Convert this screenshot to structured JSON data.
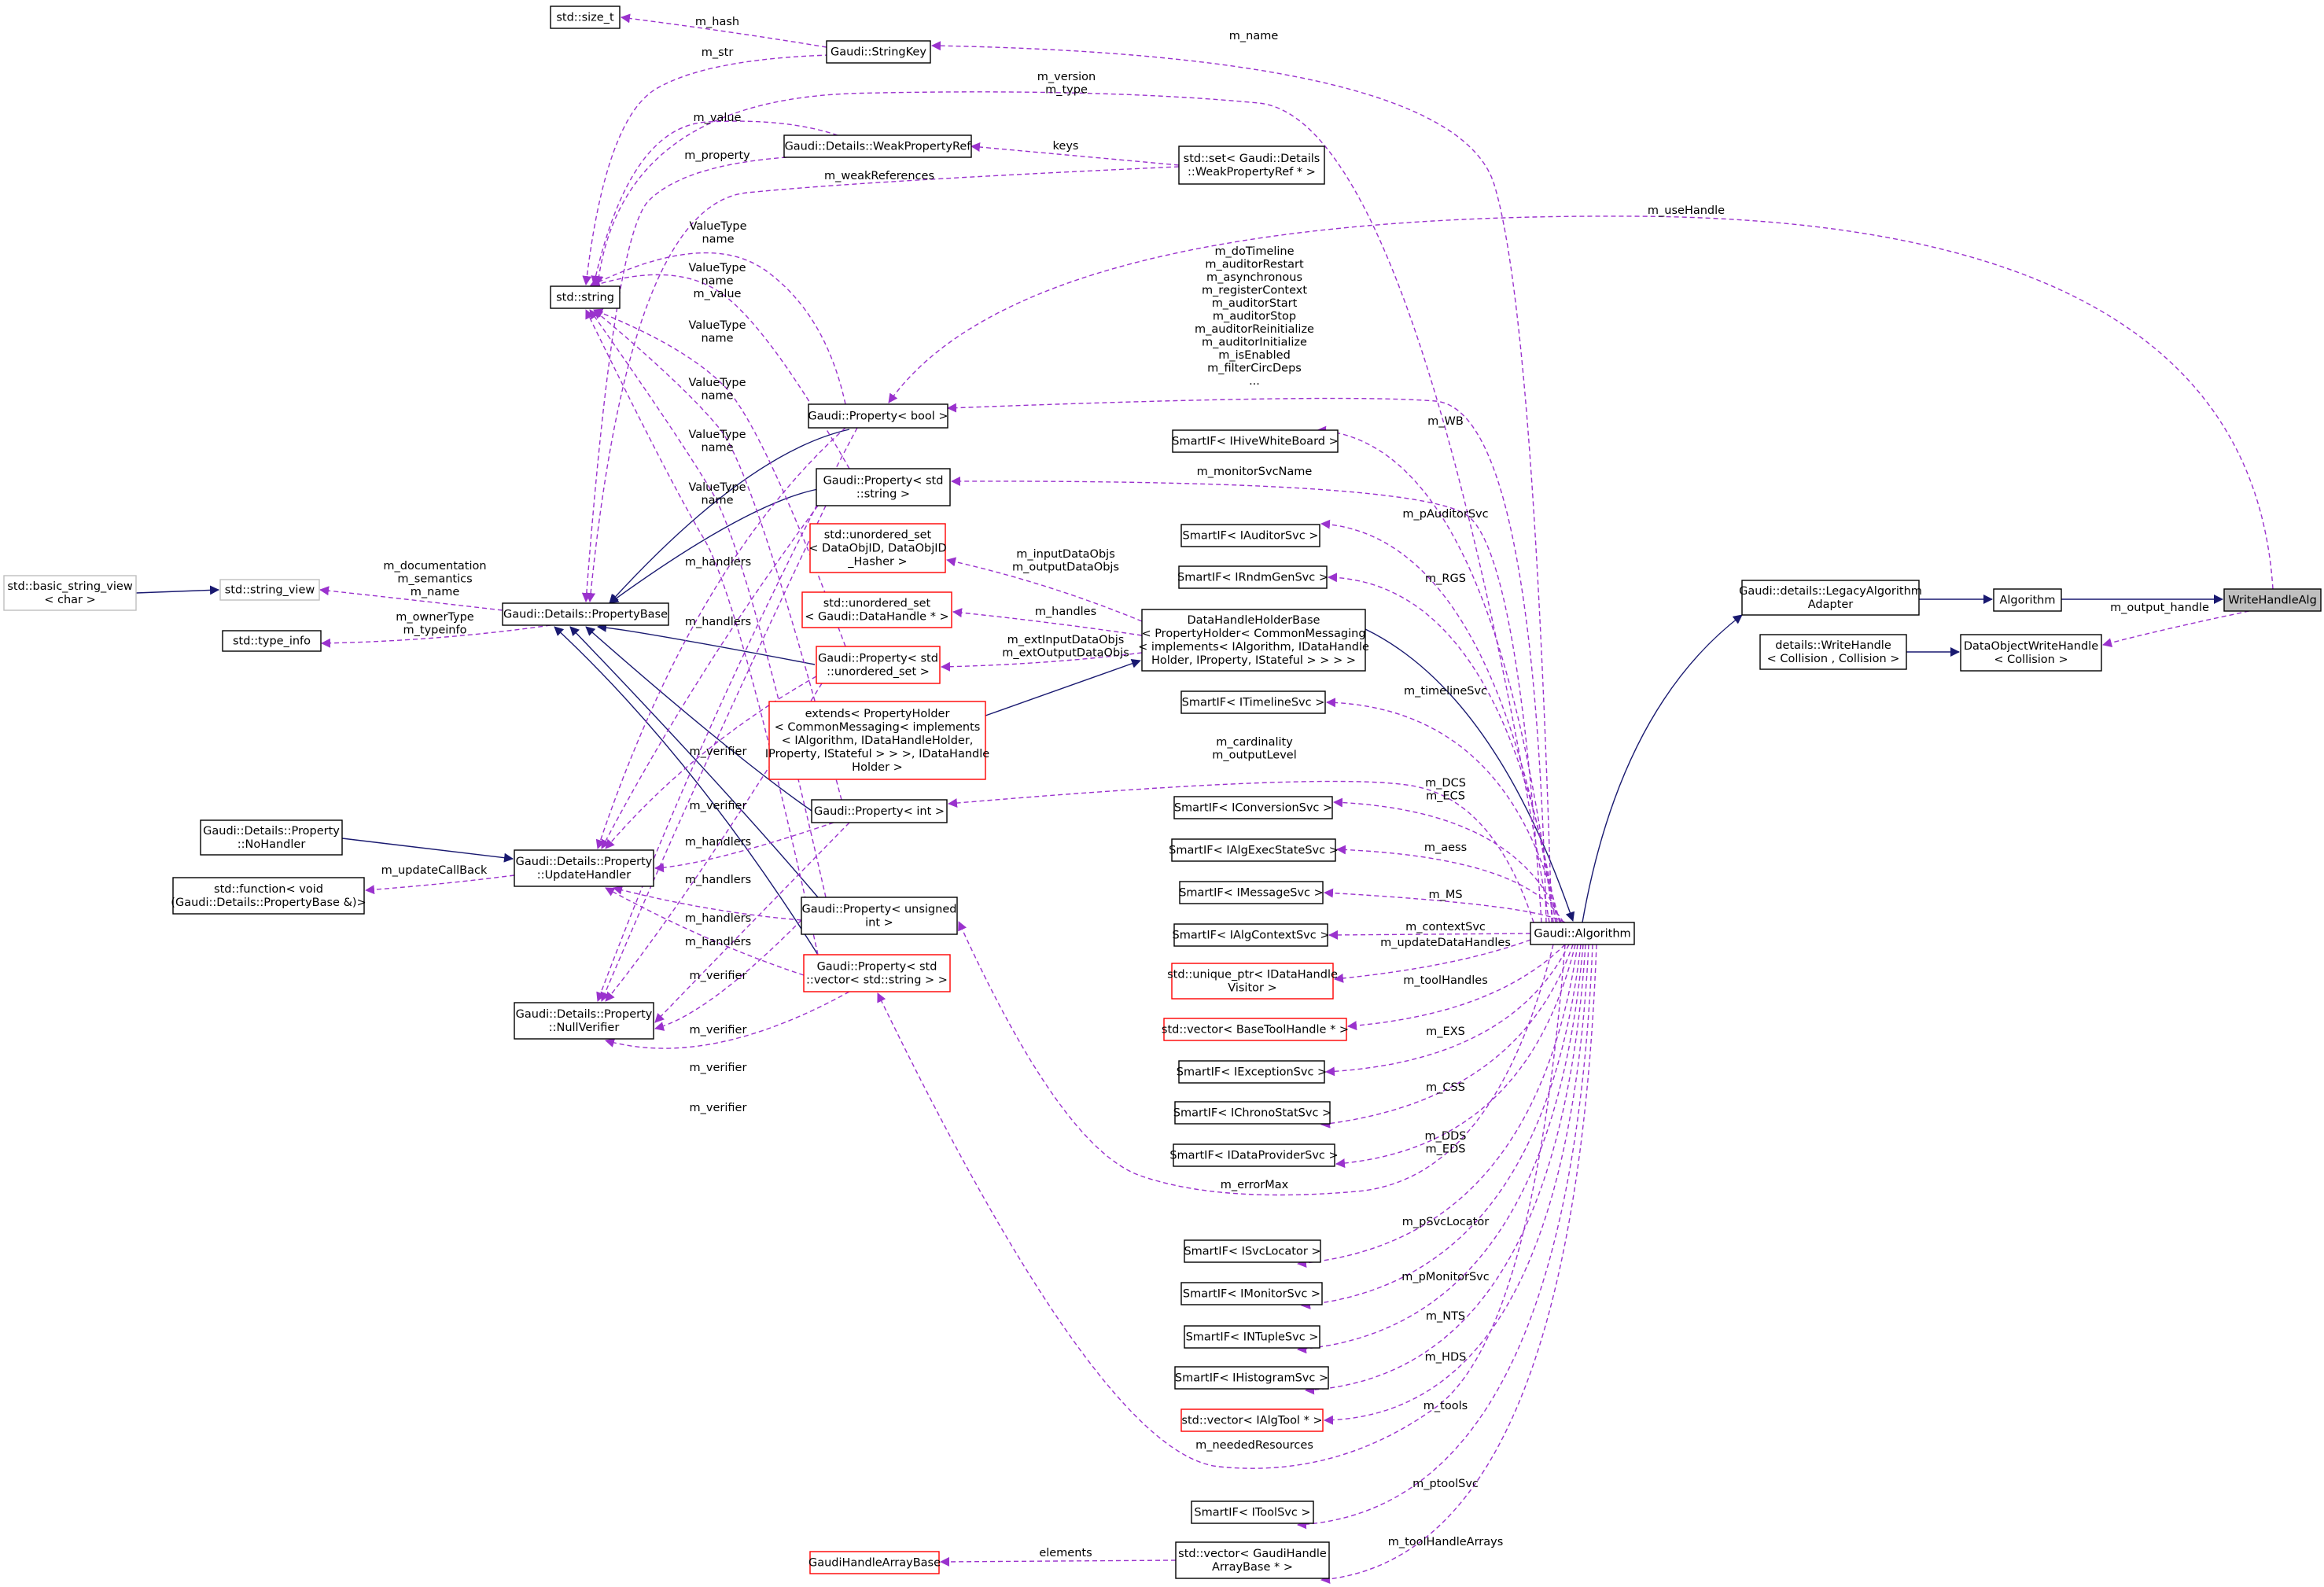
{
  "colors": {
    "inheritance": "#191970",
    "usage": "#9a32cd",
    "node_border": "#000000",
    "node_border_incomplete": "#ff0000",
    "node_border_external": "#bfbfbf",
    "focus_fill": "#bfbfbf"
  },
  "nodes": [
    {
      "id": "size_t",
      "lines": [
        "std::size_t"
      ],
      "style": "normal"
    },
    {
      "id": "stringkey",
      "lines": [
        "Gaudi::StringKey"
      ],
      "style": "normal"
    },
    {
      "id": "weakref",
      "lines": [
        "Gaudi::Details::WeakPropertyRef"
      ],
      "style": "normal"
    },
    {
      "id": "stdset",
      "lines": [
        "std::set< Gaudi::Details",
        "::WeakPropertyRef * >"
      ],
      "style": "normal"
    },
    {
      "id": "stdstring",
      "lines": [
        "std::string"
      ],
      "style": "normal"
    },
    {
      "id": "basic_sv",
      "lines": [
        "std::basic_string_view",
        "< char >"
      ],
      "style": "external"
    },
    {
      "id": "string_view",
      "lines": [
        "std::string_view"
      ],
      "style": "external"
    },
    {
      "id": "propbase",
      "lines": [
        "Gaudi::Details::PropertyBase"
      ],
      "style": "normal"
    },
    {
      "id": "type_info",
      "lines": [
        "std::type_info"
      ],
      "style": "normal"
    },
    {
      "id": "nohandler",
      "lines": [
        "Gaudi::Details::Property",
        "::NoHandler"
      ],
      "style": "normal"
    },
    {
      "id": "stdfunction",
      "lines": [
        "std::function< void",
        "(Gaudi::Details::PropertyBase &)>"
      ],
      "style": "normal"
    },
    {
      "id": "updatehandler",
      "lines": [
        "Gaudi::Details::Property",
        "::UpdateHandler"
      ],
      "style": "normal"
    },
    {
      "id": "nullverifier",
      "lines": [
        "Gaudi::Details::Property",
        "::NullVerifier"
      ],
      "style": "normal"
    },
    {
      "id": "prop_bool",
      "lines": [
        "Gaudi::Property< bool >"
      ],
      "style": "normal"
    },
    {
      "id": "prop_string",
      "lines": [
        "Gaudi::Property< std",
        "::string >"
      ],
      "style": "normal"
    },
    {
      "id": "uset_dataobj",
      "lines": [
        "std::unordered_set",
        "< DataObjID, DataObjID",
        "_Hasher >"
      ],
      "style": "incomplete"
    },
    {
      "id": "uset_handle",
      "lines": [
        "std::unordered_set",
        "< Gaudi::DataHandle * >"
      ],
      "style": "incomplete"
    },
    {
      "id": "prop_uset",
      "lines": [
        "Gaudi::Property< std",
        "::unordered_set >"
      ],
      "style": "incomplete"
    },
    {
      "id": "extends",
      "lines": [
        "extends< PropertyHolder",
        "< CommonMessaging< implements",
        "< IAlgorithm, IDataHandleHolder,",
        "IProperty, IStateful > > >, IDataHandle",
        "Holder >"
      ],
      "style": "incomplete"
    },
    {
      "id": "prop_int",
      "lines": [
        "Gaudi::Property< int >"
      ],
      "style": "normal"
    },
    {
      "id": "prop_uint",
      "lines": [
        "Gaudi::Property< unsigned",
        "int >"
      ],
      "style": "normal"
    },
    {
      "id": "prop_vec",
      "lines": [
        "Gaudi::Property< std",
        "::vector< std::string > >"
      ],
      "style": "incomplete"
    },
    {
      "id": "ghab",
      "lines": [
        "GaudiHandleArrayBase"
      ],
      "style": "incomplete"
    },
    {
      "id": "sif_hive",
      "lines": [
        "SmartIF< IHiveWhiteBoard >"
      ],
      "style": "normal"
    },
    {
      "id": "sif_auditor",
      "lines": [
        "SmartIF< IAuditorSvc >"
      ],
      "style": "normal"
    },
    {
      "id": "sif_rndm",
      "lines": [
        "SmartIF< IRndmGenSvc >"
      ],
      "style": "normal"
    },
    {
      "id": "dhhb",
      "lines": [
        "DataHandleHolderBase",
        "< PropertyHolder< CommonMessaging",
        "< implements< IAlgorithm, IDataHandle",
        "Holder, IProperty, IStateful > > > >"
      ],
      "style": "normal"
    },
    {
      "id": "sif_timeline",
      "lines": [
        "SmartIF< ITimelineSvc >"
      ],
      "style": "normal"
    },
    {
      "id": "sif_conv",
      "lines": [
        "SmartIF< IConversionSvc >"
      ],
      "style": "normal"
    },
    {
      "id": "sif_algexec",
      "lines": [
        "SmartIF< IAlgExecStateSvc >"
      ],
      "style": "normal"
    },
    {
      "id": "sif_msg",
      "lines": [
        "SmartIF< IMessageSvc >"
      ],
      "style": "normal"
    },
    {
      "id": "sif_algctx",
      "lines": [
        "SmartIF< IAlgContextSvc >"
      ],
      "style": "normal"
    },
    {
      "id": "uptr_visitor",
      "lines": [
        "std::unique_ptr< IDataHandle",
        "Visitor >"
      ],
      "style": "incomplete"
    },
    {
      "id": "vec_btool",
      "lines": [
        "std::vector< BaseToolHandle * >"
      ],
      "style": "incomplete"
    },
    {
      "id": "sif_exc",
      "lines": [
        "SmartIF< IExceptionSvc >"
      ],
      "style": "normal"
    },
    {
      "id": "sif_chrono",
      "lines": [
        "SmartIF< IChronoStatSvc >"
      ],
      "style": "normal"
    },
    {
      "id": "sif_dataprov",
      "lines": [
        "SmartIF< IDataProviderSvc >"
      ],
      "style": "normal"
    },
    {
      "id": "sif_svcloc",
      "lines": [
        "SmartIF< ISvcLocator >"
      ],
      "style": "normal"
    },
    {
      "id": "sif_monitor",
      "lines": [
        "SmartIF< IMonitorSvc >"
      ],
      "style": "normal"
    },
    {
      "id": "sif_ntuple",
      "lines": [
        "SmartIF< INTupleSvc >"
      ],
      "style": "normal"
    },
    {
      "id": "sif_histo",
      "lines": [
        "SmartIF< IHistogramSvc >"
      ],
      "style": "normal"
    },
    {
      "id": "vec_algtool",
      "lines": [
        "std::vector< IAlgTool * >"
      ],
      "style": "incomplete"
    },
    {
      "id": "sif_tool",
      "lines": [
        "SmartIF< IToolSvc >"
      ],
      "style": "normal"
    },
    {
      "id": "vec_gha",
      "lines": [
        "std::vector< GaudiHandle",
        "ArrayBase * >"
      ],
      "style": "normal"
    },
    {
      "id": "gaudialg",
      "lines": [
        "Gaudi::Algorithm"
      ],
      "style": "normal"
    },
    {
      "id": "legacy",
      "lines": [
        "Gaudi::details::LegacyAlgorithm",
        "Adapter"
      ],
      "style": "normal"
    },
    {
      "id": "algorithm",
      "lines": [
        "Algorithm"
      ],
      "style": "normal"
    },
    {
      "id": "whalg",
      "lines": [
        "WriteHandleAlg"
      ],
      "style": "focus"
    },
    {
      "id": "writehandle",
      "lines": [
        "details::WriteHandle",
        "< Collision , Collision >"
      ],
      "style": "normal"
    },
    {
      "id": "dowh",
      "lines": [
        "DataObjectWriteHandle",
        "< Collision >"
      ],
      "style": "normal"
    }
  ],
  "edges": [
    {
      "from": "basic_sv",
      "to": "string_view",
      "kind": "inheritance"
    },
    {
      "from": "propbase",
      "to": "prop_bool",
      "kind": "inheritance"
    },
    {
      "from": "propbase",
      "to": "prop_string",
      "kind": "inheritance"
    },
    {
      "from": "propbase",
      "to": "prop_uset",
      "kind": "inheritance"
    },
    {
      "from": "propbase",
      "to": "prop_int",
      "kind": "inheritance"
    },
    {
      "from": "propbase",
      "to": "prop_uint",
      "kind": "inheritance"
    },
    {
      "from": "propbase",
      "to": "prop_vec",
      "kind": "inheritance"
    },
    {
      "from": "nohandler",
      "to": "updatehandler",
      "kind": "inheritance"
    },
    {
      "from": "extends",
      "to": "dhhb",
      "kind": "inheritance"
    },
    {
      "from": "dhhb",
      "to": "gaudialg",
      "kind": "inheritance"
    },
    {
      "from": "gaudialg",
      "to": "legacy",
      "kind": "inheritance"
    },
    {
      "from": "legacy",
      "to": "algorithm",
      "kind": "inheritance"
    },
    {
      "from": "algorithm",
      "to": "whalg",
      "kind": "inheritance"
    },
    {
      "from": "writehandle",
      "to": "dowh",
      "kind": "inheritance"
    },
    {
      "from": "size_t",
      "to": "stringkey",
      "kind": "usage",
      "label": [
        "m_hash"
      ]
    },
    {
      "from": "stdstring",
      "to": "stringkey",
      "kind": "usage",
      "label": [
        "m_str"
      ]
    },
    {
      "from": "stringkey",
      "to": "gaudialg",
      "kind": "usage",
      "label": [
        "m_name"
      ]
    },
    {
      "from": "stdstring",
      "to": "gaudialg",
      "kind": "usage",
      "label": [
        "m_version",
        "m_type"
      ]
    },
    {
      "from": "stdstring",
      "to": "weakref",
      "kind": "usage",
      "label": [
        "m_value"
      ]
    },
    {
      "from": "propbase",
      "to": "weakref",
      "kind": "usage",
      "label": [
        "m_property"
      ]
    },
    {
      "from": "weakref",
      "to": "stdset",
      "kind": "usage",
      "label": [
        "keys"
      ]
    },
    {
      "from": "stdset",
      "to": "propbase",
      "kind": "usage",
      "label": [
        "m_weakReferences"
      ]
    },
    {
      "from": "prop_bool",
      "to": "whalg",
      "kind": "usage",
      "label": [
        "m_useHandle"
      ]
    },
    {
      "from": "prop_bool",
      "to": "gaudialg",
      "kind": "usage",
      "label": [
        "m_doTimeline",
        "m_auditorRestart",
        "m_asynchronous",
        "m_registerContext",
        "m_auditorStart",
        "m_auditorStop",
        "m_auditorReinitialize",
        "m_auditorInitialize",
        "m_isEnabled",
        "m_filterCircDeps",
        "..."
      ]
    },
    {
      "from": "stdstring",
      "to": "prop_bool",
      "kind": "usage",
      "label": [
        "ValueType",
        "name"
      ]
    },
    {
      "from": "stdstring",
      "to": "prop_string",
      "kind": "usage",
      "label": [
        "ValueType",
        "name",
        "m_value"
      ]
    },
    {
      "from": "stdstring",
      "to": "prop_uset",
      "kind": "usage",
      "label": [
        "ValueType",
        "name"
      ]
    },
    {
      "from": "stdstring",
      "to": "prop_int",
      "kind": "usage",
      "label": [
        "ValueType",
        "name"
      ]
    },
    {
      "from": "stdstring",
      "to": "prop_uint",
      "kind": "usage",
      "label": [
        "ValueType",
        "name"
      ]
    },
    {
      "from": "stdstring",
      "to": "prop_vec",
      "kind": "usage",
      "label": [
        "ValueType",
        "name"
      ]
    },
    {
      "from": "string_view",
      "to": "propbase",
      "kind": "usage",
      "label": [
        "m_documentation",
        "m_semantics",
        "m_name"
      ]
    },
    {
      "from": "type_info",
      "to": "propbase",
      "kind": "usage",
      "label": [
        "m_ownerType",
        "m_typeinfo"
      ]
    },
    {
      "from": "stdfunction",
      "to": "updatehandler",
      "kind": "usage",
      "label": [
        "m_updateCallBack"
      ]
    },
    {
      "from": "updatehandler",
      "to": "prop_bool",
      "kind": "usage",
      "label": [
        "m_handlers"
      ]
    },
    {
      "from": "updatehandler",
      "to": "prop_string",
      "kind": "usage",
      "label": [
        "m_handlers"
      ]
    },
    {
      "from": "updatehandler",
      "to": "prop_uset",
      "kind": "usage",
      "label": [
        "m_handlers"
      ]
    },
    {
      "from": "updatehandler",
      "to": "prop_int",
      "kind": "usage",
      "label": [
        "m_handlers"
      ]
    },
    {
      "from": "updatehandler",
      "to": "prop_uint",
      "kind": "usage",
      "label": [
        "m_handlers"
      ]
    },
    {
      "from": "updatehandler",
      "to": "prop_vec",
      "kind": "usage",
      "label": [
        "m_handlers"
      ]
    },
    {
      "from": "nullverifier",
      "to": "prop_bool",
      "kind": "usage",
      "label": [
        "m_verifier"
      ]
    },
    {
      "from": "nullverifier",
      "to": "prop_string",
      "kind": "usage",
      "label": [
        "m_verifier"
      ]
    },
    {
      "from": "nullverifier",
      "to": "prop_uset",
      "kind": "usage",
      "label": [
        "m_verifier"
      ]
    },
    {
      "from": "nullverifier",
      "to": "prop_int",
      "kind": "usage",
      "label": [
        "m_verifier"
      ]
    },
    {
      "from": "nullverifier",
      "to": "prop_uint",
      "kind": "usage",
      "label": [
        "m_verifier"
      ]
    },
    {
      "from": "nullverifier",
      "to": "prop_vec",
      "kind": "usage",
      "label": [
        "m_verifier"
      ]
    },
    {
      "from": "uset_dataobj",
      "to": "dhhb",
      "kind": "usage",
      "label": [
        "m_inputDataObjs",
        "m_outputDataObjs"
      ]
    },
    {
      "from": "uset_handle",
      "to": "dhhb",
      "kind": "usage",
      "label": [
        "m_handles"
      ]
    },
    {
      "from": "prop_uset",
      "to": "dhhb",
      "kind": "usage",
      "label": [
        "m_extInputDataObjs",
        "m_extOutputDataObjs"
      ]
    },
    {
      "from": "prop_string",
      "to": "gaudialg",
      "kind": "usage",
      "label": [
        "m_monitorSvcName"
      ]
    },
    {
      "from": "prop_int",
      "to": "gaudialg",
      "kind": "usage",
      "label": [
        "m_cardinality",
        "m_outputLevel"
      ]
    },
    {
      "from": "prop_uint",
      "to": "gaudialg",
      "kind": "usage",
      "label": [
        "m_errorMax"
      ]
    },
    {
      "from": "prop_vec",
      "to": "gaudialg",
      "kind": "usage",
      "label": [
        "m_neededResources"
      ]
    },
    {
      "from": "sif_hive",
      "to": "gaudialg",
      "kind": "usage",
      "label": [
        "m_WB"
      ]
    },
    {
      "from": "sif_auditor",
      "to": "gaudialg",
      "kind": "usage",
      "label": [
        "m_pAuditorSvc"
      ]
    },
    {
      "from": "sif_rndm",
      "to": "gaudialg",
      "kind": "usage",
      "label": [
        "m_RGS"
      ]
    },
    {
      "from": "sif_timeline",
      "to": "gaudialg",
      "kind": "usage",
      "label": [
        "m_timelineSvc"
      ]
    },
    {
      "from": "sif_conv",
      "to": "gaudialg",
      "kind": "usage",
      "label": [
        "m_DCS",
        "m_ECS"
      ]
    },
    {
      "from": "sif_algexec",
      "to": "gaudialg",
      "kind": "usage",
      "label": [
        "m_aess"
      ]
    },
    {
      "from": "sif_msg",
      "to": "gaudialg",
      "kind": "usage",
      "label": [
        "m_MS"
      ]
    },
    {
      "from": "sif_algctx",
      "to": "gaudialg",
      "kind": "usage",
      "label": [
        "m_contextSvc"
      ]
    },
    {
      "from": "uptr_visitor",
      "to": "gaudialg",
      "kind": "usage",
      "label": [
        "m_updateDataHandles"
      ]
    },
    {
      "from": "vec_btool",
      "to": "gaudialg",
      "kind": "usage",
      "label": [
        "m_toolHandles"
      ]
    },
    {
      "from": "sif_exc",
      "to": "gaudialg",
      "kind": "usage",
      "label": [
        "m_EXS"
      ]
    },
    {
      "from": "sif_chrono",
      "to": "gaudialg",
      "kind": "usage",
      "label": [
        "m_CSS"
      ]
    },
    {
      "from": "sif_dataprov",
      "to": "gaudialg",
      "kind": "usage",
      "label": [
        "m_DDS",
        "m_EDS"
      ]
    },
    {
      "from": "sif_svcloc",
      "to": "gaudialg",
      "kind": "usage",
      "label": [
        "m_pSvcLocator"
      ]
    },
    {
      "from": "sif_monitor",
      "to": "gaudialg",
      "kind": "usage",
      "label": [
        "m_pMonitorSvc"
      ]
    },
    {
      "from": "sif_ntuple",
      "to": "gaudialg",
      "kind": "usage",
      "label": [
        "m_NTS"
      ]
    },
    {
      "from": "sif_histo",
      "to": "gaudialg",
      "kind": "usage",
      "label": [
        "m_HDS"
      ]
    },
    {
      "from": "vec_algtool",
      "to": "gaudialg",
      "kind": "usage",
      "label": [
        "m_tools"
      ]
    },
    {
      "from": "sif_tool",
      "to": "gaudialg",
      "kind": "usage",
      "label": [
        "m_ptoolSvc"
      ]
    },
    {
      "from": "vec_gha",
      "to": "gaudialg",
      "kind": "usage",
      "label": [
        "m_toolHandleArrays"
      ]
    },
    {
      "from": "ghab",
      "to": "vec_gha",
      "kind": "usage",
      "label": [
        "elements"
      ]
    },
    {
      "from": "dowh",
      "to": "whalg",
      "kind": "usage",
      "label": [
        "m_output_handle"
      ]
    }
  ]
}
